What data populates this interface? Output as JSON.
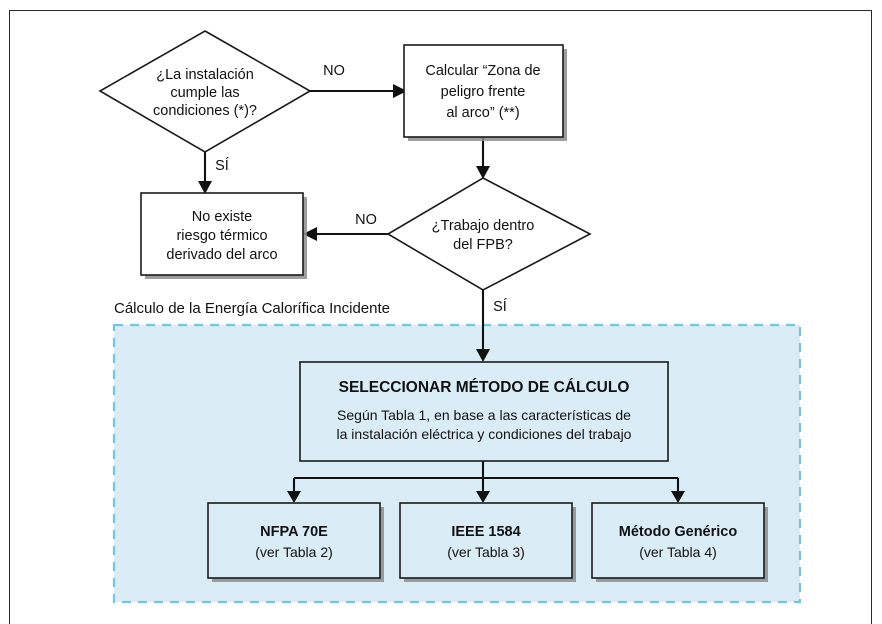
{
  "diagram": {
    "title_region": "Cálculo de la Energía Calorífica Incidente",
    "colors": {
      "region_fill": "#daedf7",
      "region_border": "#77c3e3",
      "node_stroke": "#1a1a1a",
      "connector": "#111111",
      "page_frame": "#2b2b2b"
    },
    "nodes": {
      "decision_conditions": {
        "type": "decision",
        "line1": "¿La instalación",
        "line2": "cumple las",
        "line3": "condiciones (*)?"
      },
      "calc_zone": {
        "type": "process",
        "line1": "Calcular “Zona de",
        "line2": "peligro frente",
        "line3": "al arco” (**)"
      },
      "no_risk": {
        "type": "process",
        "line1": "No existe",
        "line2": "riesgo térmico",
        "line3": "derivado del arco"
      },
      "decision_fpb": {
        "type": "decision",
        "line1": "¿Trabajo dentro",
        "line2": "del FPB?"
      },
      "select_method": {
        "type": "process",
        "heading": "SELECCIONAR MÉTODO DE CÁLCULO",
        "line1": "Según Tabla 1, en base a las características de",
        "line2": "la instalación eléctrica y condiciones del trabajo"
      }
    },
    "methods": [
      {
        "name": "NFPA 70E",
        "reference": "(ver Tabla 2)"
      },
      {
        "name": "IEEE 1584",
        "reference": "(ver Tabla 3)"
      },
      {
        "name": "Método Genérico",
        "reference": "(ver Tabla 4)"
      }
    ],
    "edge_labels": {
      "conditions_no": "NO",
      "conditions_si": "SÍ",
      "fpb_no": "NO",
      "fpb_si": "SÍ"
    }
  }
}
